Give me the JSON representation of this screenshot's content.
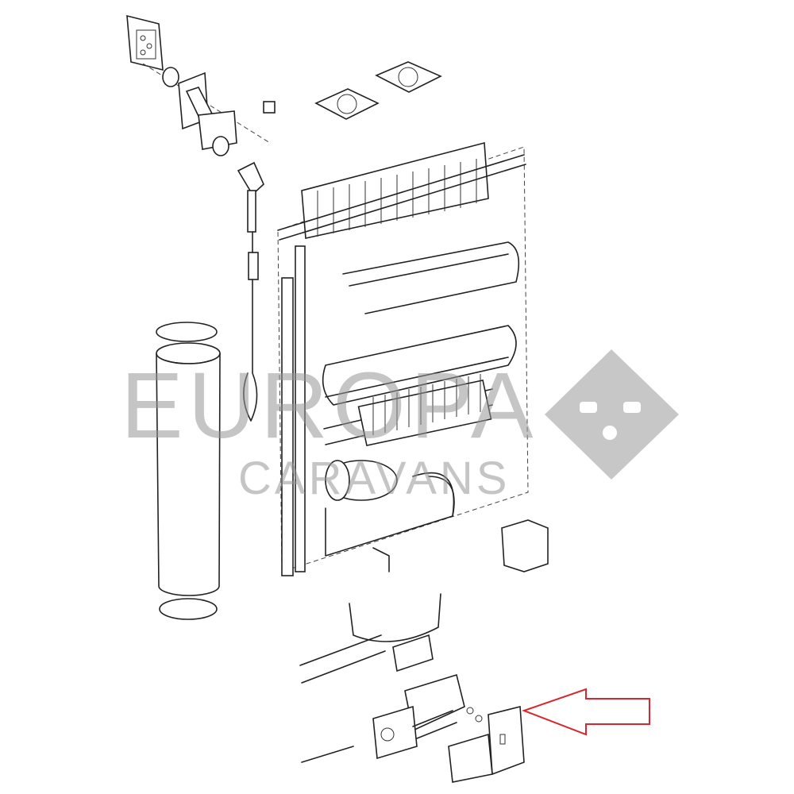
{
  "watermark": {
    "line1": "EUROPA",
    "line2": "CARAVANS",
    "color": "#9a9a9a"
  },
  "annotation": {
    "arrow_color": "#d9262c",
    "arrow_direction": "left"
  }
}
